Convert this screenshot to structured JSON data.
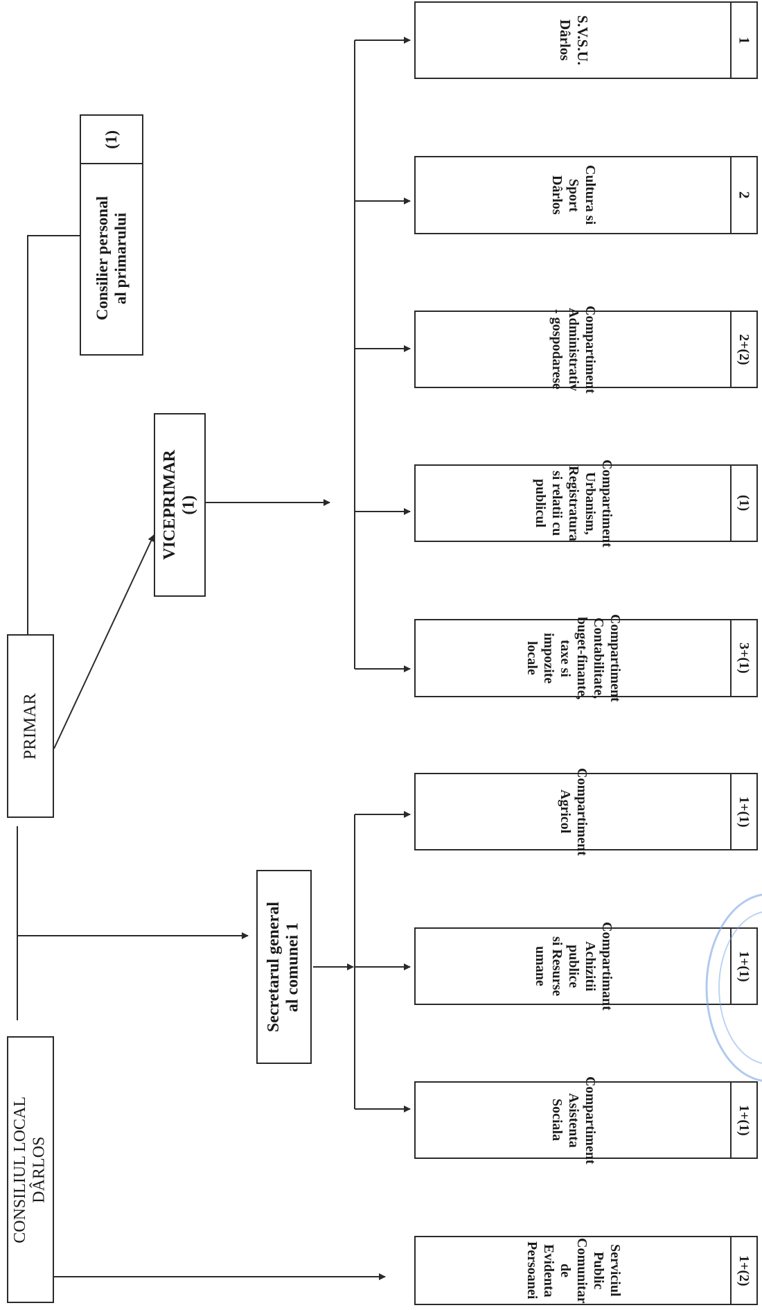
{
  "consiliu": {
    "label": "CONSILIUL LOCAL\nDÂRLOS"
  },
  "primar": {
    "label": "PRIMAR"
  },
  "viceprimar": {
    "label": "VICEPRIMAR\n(1)"
  },
  "secretar": {
    "label": "Secretarul general\nal comunei  1"
  },
  "consilier": {
    "label": "Consilier personal\nal primarului",
    "count": "(1)"
  },
  "departments": [
    {
      "label": "S.V.S.U. Dârlos",
      "count": "1"
    },
    {
      "label": "Cultura si Sport Dârlos",
      "count": "2"
    },
    {
      "label": "Compartiment\nAdministrativ - gospodarese",
      "count": "2+(2)"
    },
    {
      "label": "Compartiment Urbanism,\nRegistratura si relatii cu publicul",
      "count": "(1)"
    },
    {
      "label": "Compartiment Contabilitate,\nbuget-finante, taxe si impozite\nlocale",
      "count": "3+(1)"
    },
    {
      "label": "Compartiment  Agricol",
      "count": "1+(1)"
    },
    {
      "label": "Compartimant  Achizitii publice\nsi Resurse umane",
      "count": "1+(1)"
    },
    {
      "label": "Compartiment  Asistenta  Sociala",
      "count": "1+(1)"
    },
    {
      "label": "Serviciul Public Comunitar de\nEvidenta  Persoanei",
      "count": "1+(2)"
    }
  ],
  "colors": {
    "line": "#2a2a2a",
    "stamp": "#6f9fe0"
  },
  "icons": {
    "stamp": "official-stamp-icon"
  }
}
